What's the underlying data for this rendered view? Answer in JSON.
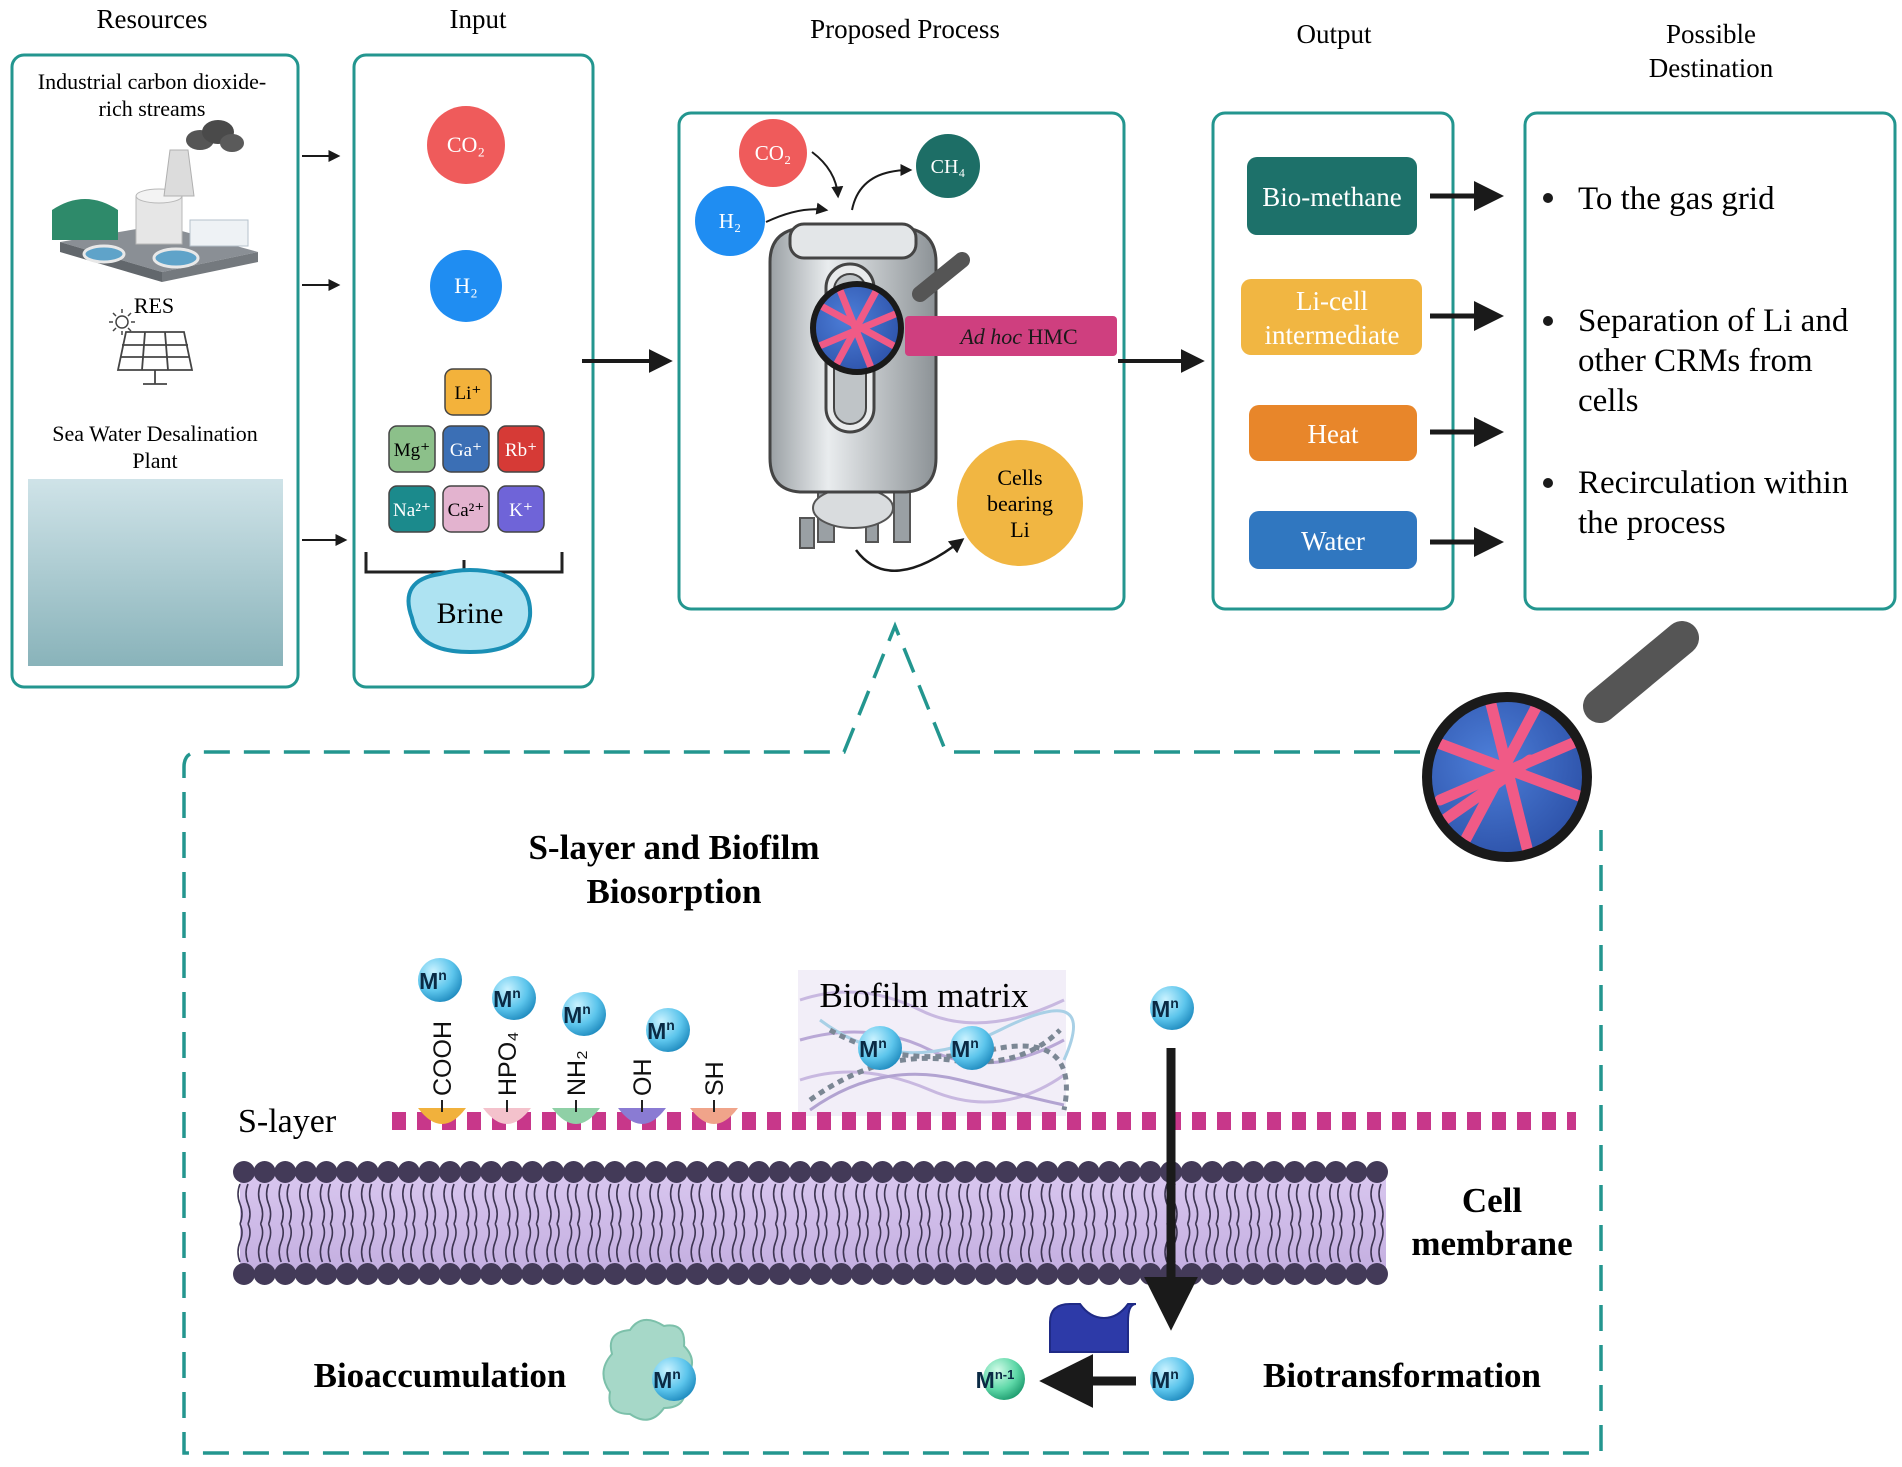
{
  "columns": {
    "resources": "Resources",
    "input": "Input",
    "process": "Proposed Process",
    "output": "Output",
    "destination": [
      "Possible",
      "Destination"
    ]
  },
  "resources": {
    "industrial": [
      "Industrial carbon dioxide-",
      "rich streams"
    ],
    "res": "RES",
    "desalination": [
      "Sea Water Desalination",
      "Plant"
    ]
  },
  "input": {
    "co2": "CO₂",
    "h2": "H₂",
    "ions": [
      "Li⁺",
      "Mg⁺",
      "Ga⁺",
      "Rb⁺",
      "Na²⁺",
      "Ca²⁺",
      "K⁺"
    ],
    "brine": "Brine"
  },
  "process": {
    "co2": "CO₂",
    "h2": "H₂",
    "ch4": "CH₄",
    "hmc_italic": "Ad hoc",
    "hmc_rest": " HMC",
    "cells": [
      "Cells",
      "bearing",
      "Li"
    ]
  },
  "output": {
    "items": [
      "Bio-methane",
      "Li-cell",
      "intermediate",
      "Heat",
      "Water"
    ]
  },
  "destination": {
    "items": [
      [
        "To the gas grid"
      ],
      [
        "Separation of Li and",
        "other CRMs from",
        "cells"
      ],
      [
        "Recirculation within",
        "the process"
      ]
    ]
  },
  "detail": {
    "title": [
      "S-layer and Biofilm",
      "Biosorption"
    ],
    "biofilm": "Biofilm matrix",
    "s_layer": "S-layer",
    "cell_membrane": [
      "Cell",
      "membrane"
    ],
    "bioaccumulation": "Bioaccumulation",
    "biotransformation": "Biotransformation",
    "metal": "M",
    "metal_sup": "n",
    "reduced_sup": "n-1",
    "groups": [
      "COOH",
      "HPO₄",
      "NH₂",
      "OH",
      "SH"
    ]
  },
  "colors": {
    "teal_border": "#23968f",
    "bio_methane": "#1d716a",
    "li_cell": "#f1b642",
    "heat": "#e8862a",
    "water": "#3077c0",
    "hmc": "#cf3f7f",
    "co2": "#ef5b5b",
    "h2": "#1f8df2",
    "ch4": "#1d6e66"
  }
}
